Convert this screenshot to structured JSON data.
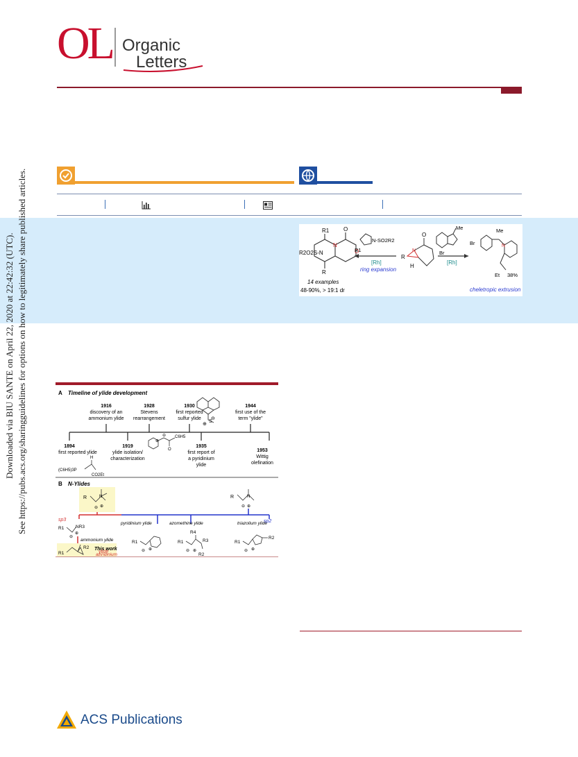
{
  "journal": {
    "logo_letters": "OL",
    "name_line1": "Organic",
    "name_line2": "Letters"
  },
  "sidebar": {
    "line1": "Downloaded via BIU SANTE on April 22, 2020 at 22:42:32 (UTC).",
    "line2": "See https://pubs.acs.org/sharingguidelines for options on how to legitimately share published articles."
  },
  "toc_graphic": {
    "substituent_top": "R1",
    "sulfonyl": "R2O2S-N",
    "substituent_bottom": "R",
    "examples": "14 examples",
    "yield": "48-90%, > 19:1 dr",
    "triazole_label": "N-SO2R2",
    "triazole_sub": "R1",
    "rh_left": "[Rh]",
    "ring_expansion": "ring expansion",
    "center_r": "R",
    "center_h": "H",
    "rh_right": "[Rh]",
    "pyridotriazole_me": "Me",
    "pyridotriazole_br": "Br",
    "product_br": "Br",
    "product_me": "Me",
    "product_et": "Et",
    "product_yield": "38%",
    "cheletropic": "cheletropic extrusion"
  },
  "figure": {
    "panel_a_letter": "A",
    "panel_a_title": "Timeline of ylide development",
    "events_above": [
      {
        "year": "1916",
        "lines": [
          "discovery of an",
          "ammonium ylide"
        ]
      },
      {
        "year": "1928",
        "lines": [
          "Stevens",
          "rearrangement"
        ]
      },
      {
        "year": "1930",
        "lines": [
          "first reported",
          "sulfur ylide"
        ]
      },
      {
        "year": "1944",
        "lines": [
          "first use of the",
          "term \"ylide\""
        ]
      }
    ],
    "events_below": [
      {
        "year": "1894",
        "lines": [
          "first reported ylide"
        ]
      },
      {
        "year": "1919",
        "lines": [
          "ylide isolation/",
          "characterization"
        ]
      },
      {
        "year": "1935",
        "lines": [
          "first report of",
          "a pyridinium",
          "ylide"
        ]
      },
      {
        "year": "1953",
        "lines": [
          "Wittig",
          "olefination"
        ]
      }
    ],
    "phosphorus_ylide": "(C6H5)3P",
    "ester": "CO2Et",
    "acyl": "C6H5",
    "panel_b_letter": "B",
    "panel_b_title": "N-Ylides",
    "sp3": "sp3",
    "sp2": "sp2",
    "ammonium_label": "ammonium ylide",
    "pyridinium_label": "pyridinium ylide",
    "azomethine_label": "azomethine ylide",
    "triazolium_label": "triazolium ylide",
    "this_work": "This work",
    "aziridinium_line1": "aziridinium",
    "aziridinium_line2": "ylide",
    "nr3": "NR3",
    "r1": "R1",
    "r2": "R2",
    "r3": "R3",
    "r4": "R4",
    "r": "R"
  },
  "footer": {
    "publisher": "ACS Publications"
  },
  "colors": {
    "brand_red": "#c8102e",
    "rule_red": "#8b1a2b",
    "abstract_bg": "#d6ecfb",
    "badge_orange": "#f0a030",
    "badge_blue": "#1f4fa0",
    "highlight_yellow": "#fbf7c8",
    "sp3_red": "#d32f2f",
    "sp2_blue": "#2233cc"
  },
  "icons": [
    "check-circle-icon",
    "globe-icon",
    "bar-chart-icon",
    "newspaper-icon"
  ]
}
